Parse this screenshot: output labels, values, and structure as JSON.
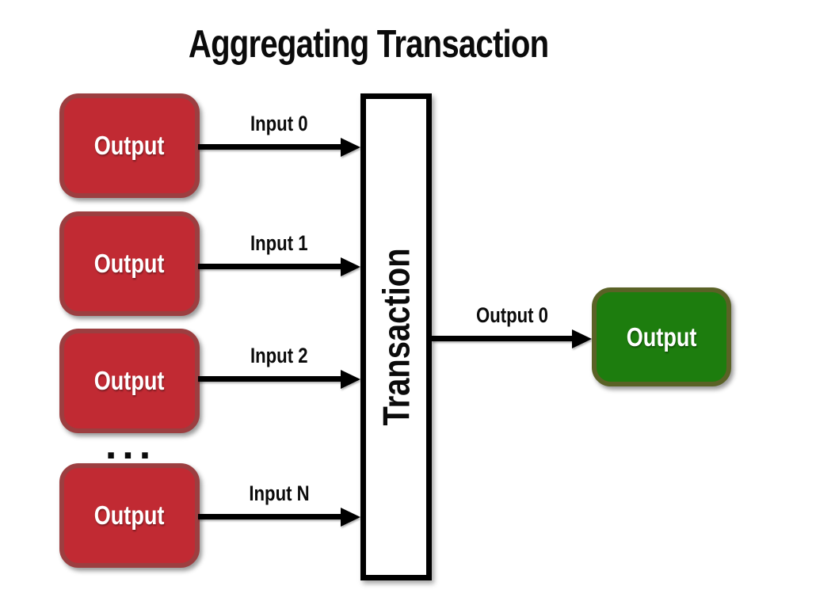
{
  "title": "Aggregating Transaction",
  "colors": {
    "red_fill": "#C12A33",
    "red_border": "#9C3E40",
    "green_fill": "#1D7D0E",
    "green_border": "#5A6226",
    "arrow": "#000000",
    "transaction_fill": "#FFFFFF",
    "transaction_border": "#000000"
  },
  "source_outputs": [
    {
      "label": "Output"
    },
    {
      "label": "Output"
    },
    {
      "label": "Output"
    },
    {
      "label": "Output"
    }
  ],
  "ellipsis": "...",
  "inputs": [
    {
      "label": "Input 0"
    },
    {
      "label": "Input 1"
    },
    {
      "label": "Input 2"
    },
    {
      "label": "Input N"
    }
  ],
  "transaction": {
    "label": "Transaction"
  },
  "output_arrow": {
    "label": "Output 0"
  },
  "destination_output": {
    "label": "Output"
  }
}
